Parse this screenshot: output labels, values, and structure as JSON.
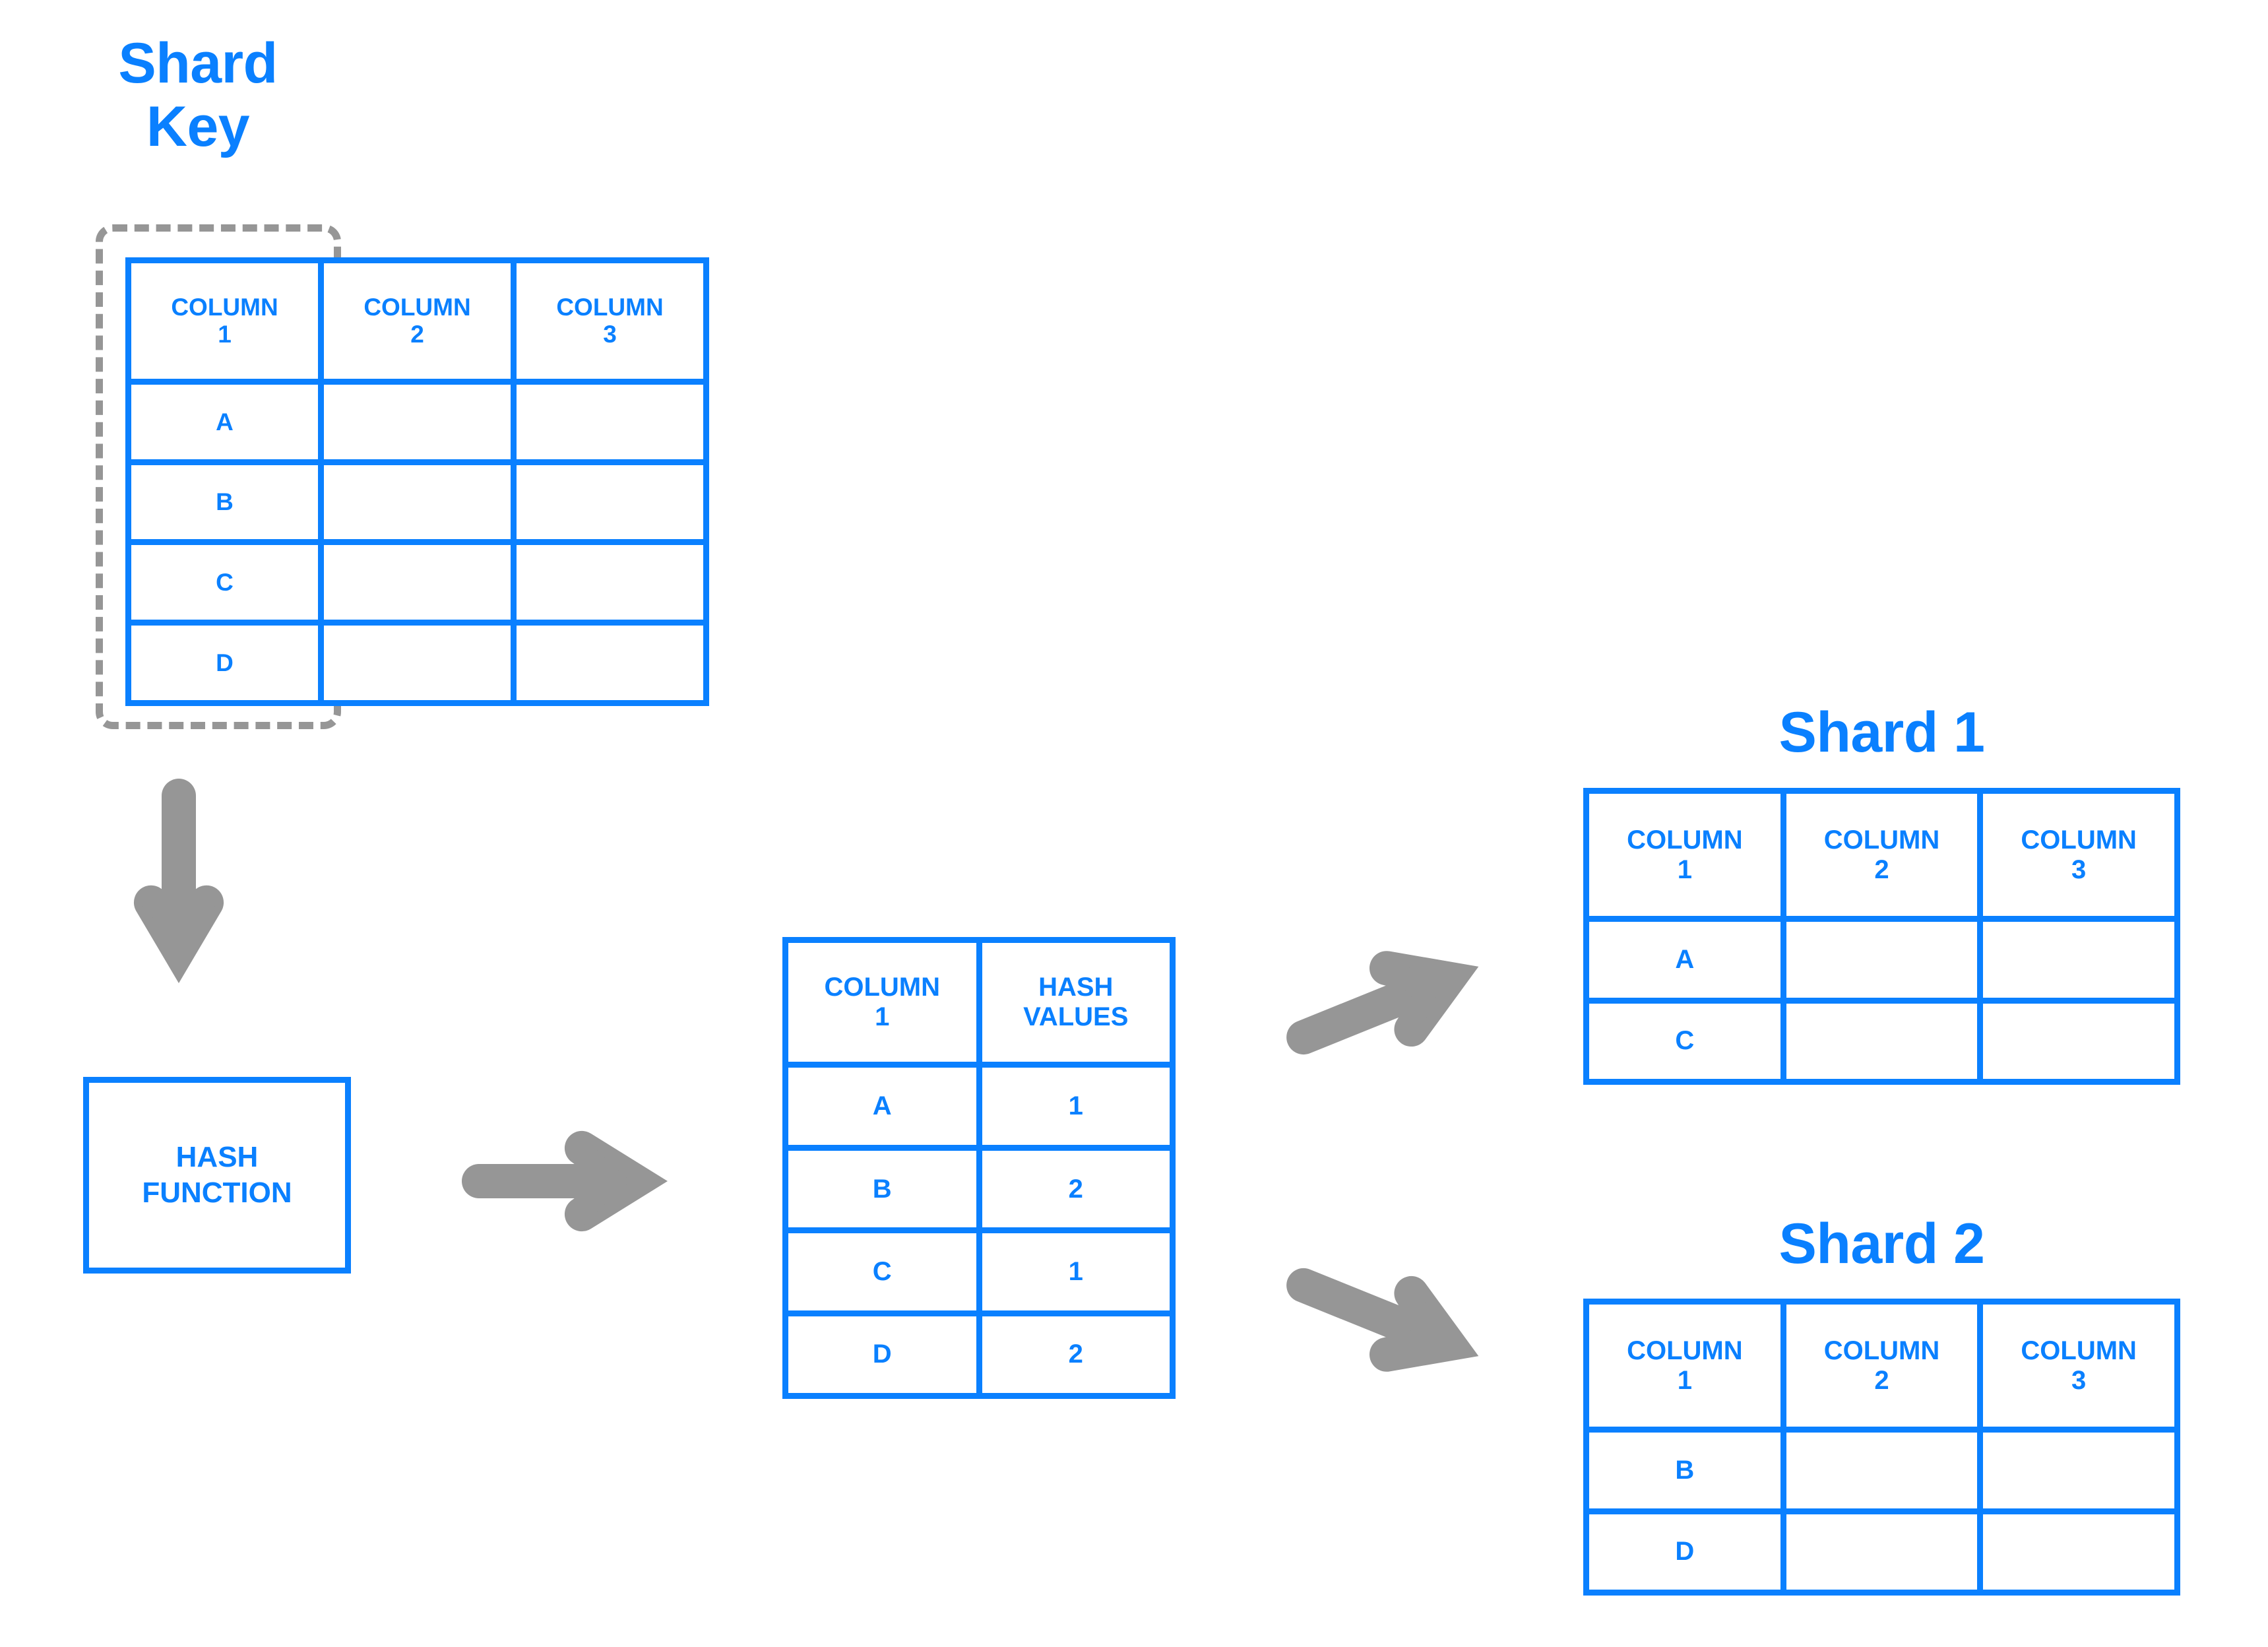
{
  "colors": {
    "accent_blue": "#0a80ff",
    "arrow_gray": "#969696",
    "background": "#ffffff"
  },
  "labels": {
    "shard_key_title": "Shard\nKey",
    "shard1_title": "Shard 1",
    "shard2_title": "Shard 2",
    "hash_function": "HASH\nFUNCTION"
  },
  "main_table": {
    "headers": [
      "COLUMN\n1",
      "COLUMN\n2",
      "COLUMN\n3"
    ],
    "rows": [
      [
        "A",
        "",
        ""
      ],
      [
        "B",
        "",
        ""
      ],
      [
        "C",
        "",
        ""
      ],
      [
        "D",
        "",
        ""
      ]
    ]
  },
  "hash_table": {
    "headers": [
      "COLUMN\n1",
      "HASH\nVALUES"
    ],
    "rows": [
      [
        "A",
        "1"
      ],
      [
        "B",
        "2"
      ],
      [
        "C",
        "1"
      ],
      [
        "D",
        "2"
      ]
    ]
  },
  "shard1_table": {
    "headers": [
      "COLUMN\n1",
      "COLUMN\n2",
      "COLUMN\n3"
    ],
    "rows": [
      [
        "A",
        "",
        ""
      ],
      [
        "C",
        "",
        ""
      ]
    ]
  },
  "shard2_table": {
    "headers": [
      "COLUMN\n1",
      "COLUMN\n2",
      "COLUMN\n3"
    ],
    "rows": [
      [
        "B",
        "",
        ""
      ],
      [
        "D",
        "",
        ""
      ]
    ]
  },
  "arrows": [
    {
      "name": "arrow-down-icon",
      "direction": "down"
    },
    {
      "name": "arrow-right-icon",
      "direction": "right"
    },
    {
      "name": "arrow-up-right-icon",
      "direction": "up-right"
    },
    {
      "name": "arrow-down-right-icon",
      "direction": "down-right"
    }
  ]
}
